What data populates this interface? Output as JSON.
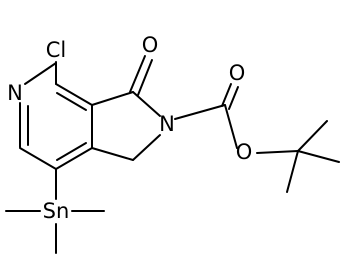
{
  "diagram": {
    "atoms": {
      "cl": "Cl",
      "o_ketone": "O",
      "n_pyridine": "N",
      "n_lactam": "N",
      "o_carbonyl": "O",
      "o_ester": "O",
      "sn": "Sn"
    },
    "colors": {
      "ink": "#000000",
      "background": "#ffffff"
    }
  }
}
